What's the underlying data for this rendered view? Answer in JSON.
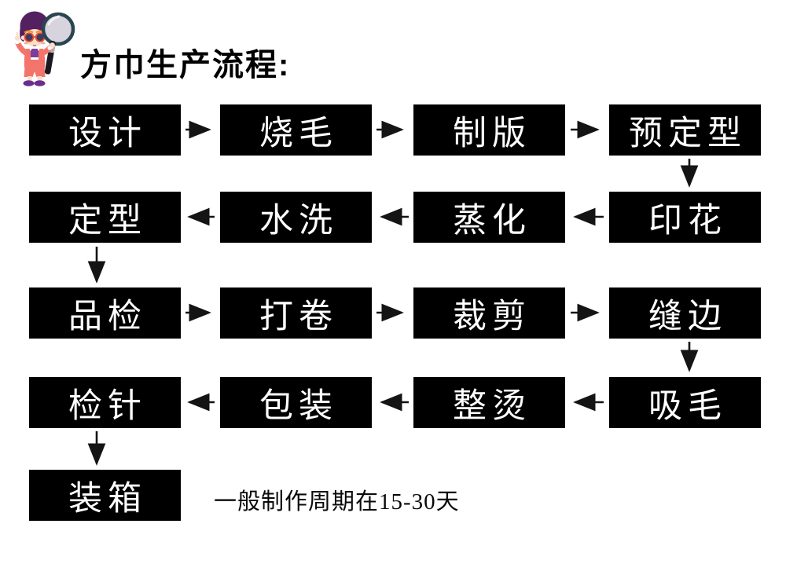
{
  "header": {
    "title": "方巾生产流程:"
  },
  "icons": {
    "mascot": "boy-with-magnifying-glass"
  },
  "colors": {
    "background": "#ffffff",
    "box_bg": "#000000",
    "box_text": "#ffffff",
    "arrow": "#141414",
    "title_text": "#000000",
    "mascot_outfit": "#f3746b",
    "mascot_hair": "#53215f"
  },
  "flow": {
    "rows": [
      {
        "direction": "right",
        "steps": [
          "设计",
          "烧毛",
          "制版",
          "预定型"
        ]
      },
      {
        "direction": "left",
        "steps": [
          "定型",
          "水洗",
          "蒸化",
          "印花"
        ]
      },
      {
        "direction": "right",
        "steps": [
          "品检",
          "打卷",
          "裁剪",
          "缝边"
        ]
      },
      {
        "direction": "left",
        "steps": [
          "检针",
          "包装",
          "整烫",
          "吸毛"
        ]
      },
      {
        "direction": "end",
        "steps": [
          "装箱"
        ]
      }
    ],
    "sequence": [
      "设计",
      "烧毛",
      "制版",
      "预定型",
      "印花",
      "蒸化",
      "水洗",
      "定型",
      "品检",
      "打卷",
      "裁剪",
      "缝边",
      "吸毛",
      "整烫",
      "包装",
      "检针",
      "装箱"
    ],
    "footnote": "一般制作周期在15-30天"
  }
}
